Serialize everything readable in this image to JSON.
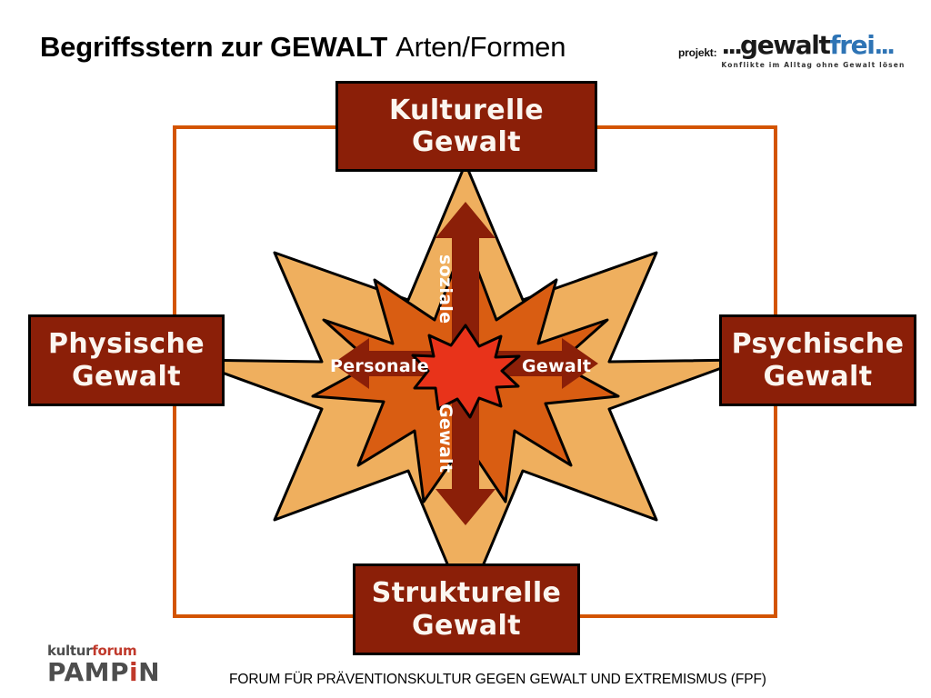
{
  "title": {
    "strong": "Begriffsstern zur GEWALT",
    "light": "Arten/Formen"
  },
  "brand": {
    "prefix": "projekt:",
    "dots_left": "...",
    "word_dark": "gewalt",
    "word_blue": "frei",
    "dots_right": "...",
    "tagline": "Konflikte im Alltag ohne Gewalt lösen",
    "blue": "#2E74B5",
    "dark": "#1a1a1a"
  },
  "diagram": {
    "frame_color": "#D35400",
    "star_outer_color": "#EFAF5E",
    "star_mid_color": "#D95D12",
    "star_core_color": "#E8331A",
    "arrow_color": "#8B1F08",
    "outline_color": "#000000",
    "nodes": [
      {
        "id": "kulturelle",
        "line1": "Kulturelle",
        "line2": "Gewalt"
      },
      {
        "id": "physische",
        "line1": "Physische",
        "line2": "Gewalt"
      },
      {
        "id": "psychische",
        "line1": "Psychische",
        "line2": "Gewalt"
      },
      {
        "id": "strukturelle",
        "line1": "Strukturelle",
        "line2": "Gewalt"
      }
    ],
    "axes": {
      "vertical_top": "soziale",
      "vertical_bottom": "Gewalt",
      "horizontal_left": "Personale",
      "horizontal_right": "Gewalt"
    }
  },
  "footer": {
    "kulturforum_part1": "kultur",
    "kulturforum_part2": "forum",
    "pampin_part1": "PAMP",
    "pampin_part2": "i",
    "pampin_part3": "N",
    "caption": "FORUM FÜR PRÄVENTIONSKULTUR GEGEN GEWALT UND EXTREMISMUS (FPF)"
  }
}
